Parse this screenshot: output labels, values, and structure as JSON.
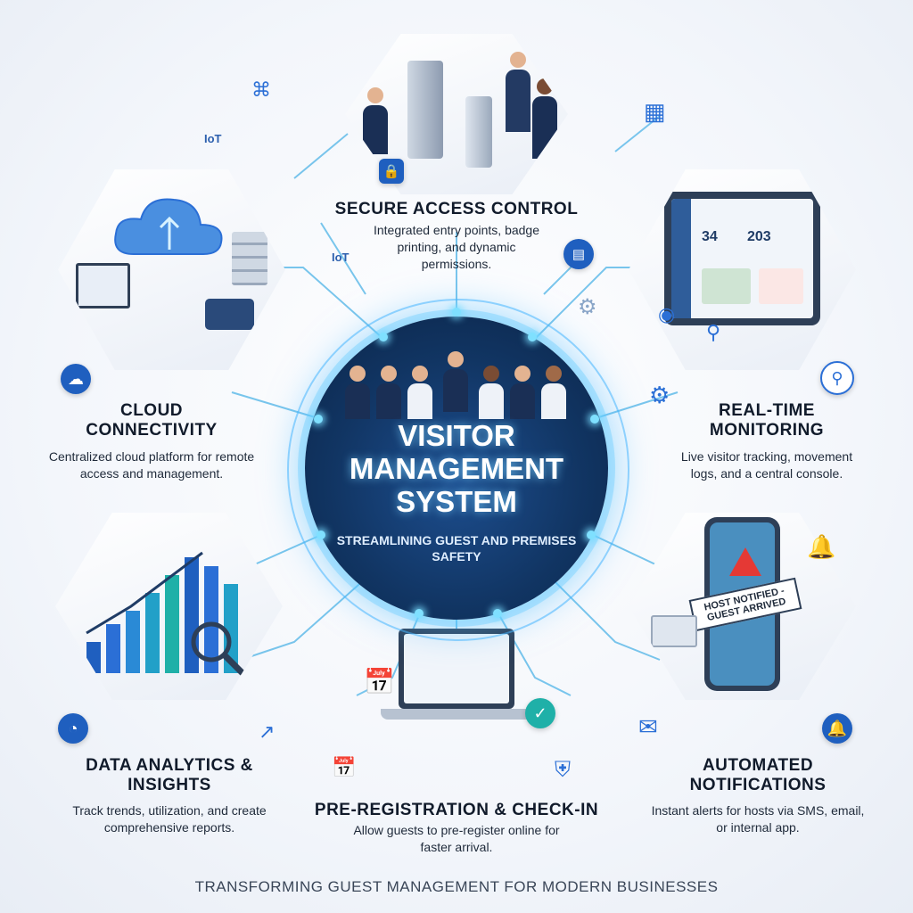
{
  "center": {
    "title": "VISITOR MANAGEMENT SYSTEM",
    "subtitle": "STREAMLINING GUEST AND PREMISES SAFETY"
  },
  "sections": {
    "secure_access": {
      "title": "SECURE ACCESS CONTROL",
      "description": "Integrated entry points, badge printing, and dynamic permissions."
    },
    "cloud": {
      "title": "CLOUD CONNECTIVITY",
      "description": "Centralized cloud platform for remote access and management."
    },
    "monitoring": {
      "title": "REAL-TIME MONITORING",
      "description": "Live visitor tracking, movement logs, and a central console."
    },
    "analytics": {
      "title": "DATA ANALYTICS & INSIGHTS",
      "description": "Track trends, utilization, and create comprehensive reports."
    },
    "preregistration": {
      "title": "PRE-REGISTRATION & CHECK-IN",
      "description": "Allow guests to pre-register online for faster arrival."
    },
    "notifications": {
      "title": "AUTOMATED NOTIFICATIONS",
      "description": "Instant alerts for hosts via SMS, email, or internal app."
    }
  },
  "illustration_text": {
    "iot_label_1": "IoT",
    "iot_label_2": "IoT",
    "dashboard_value_1": "34",
    "dashboard_value_2": "203",
    "phone_alert": "HOST NOTIFIED - GUEST ARRIVED"
  },
  "footer": "TRANSFORMING GUEST MANAGEMENT FOR MODERN BUSINESSES",
  "colors": {
    "accent": "#1f5fbf",
    "glow": "#7fe0ff",
    "center_bg": "#113563"
  },
  "icons": [
    "cloud-icon",
    "pie-chart-icon",
    "calendar-icon",
    "shield-check-icon",
    "envelope-icon",
    "bell-icon",
    "map-pin-icon",
    "badge-icon",
    "lock-icon",
    "gear-icon",
    "wifi-icon",
    "camera-icon",
    "chip-icon"
  ]
}
